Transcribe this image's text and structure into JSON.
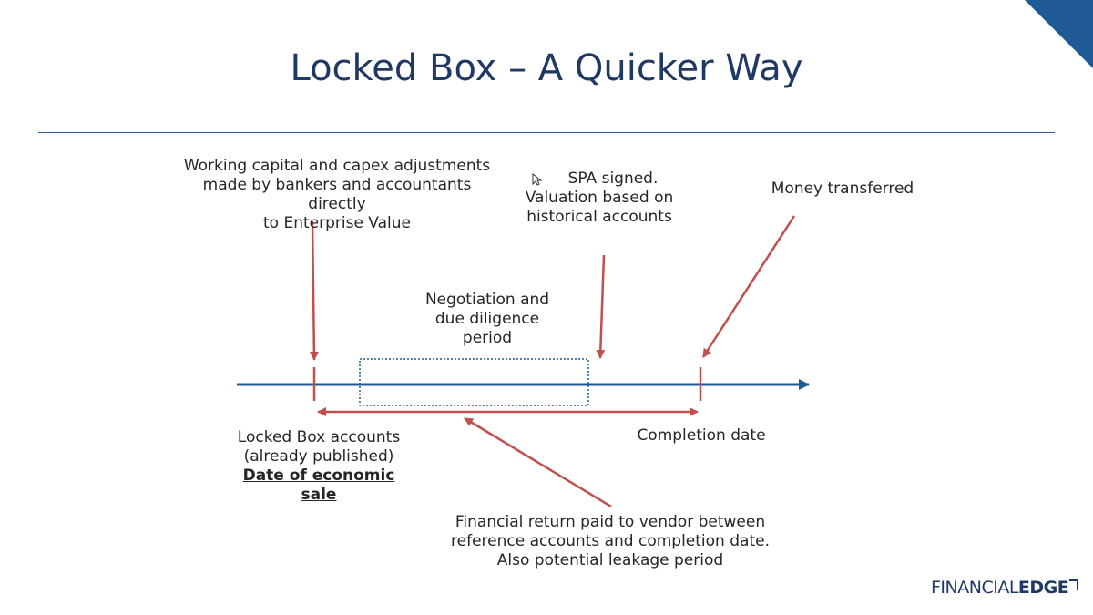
{
  "slide": {
    "title": "Locked Box – A Quicker Way"
  },
  "annotations": {
    "adjustments": {
      "lines": [
        "Working capital and capex adjustments",
        "made by bankers and accountants directly",
        "to Enterprise Value"
      ]
    },
    "spa_signed": {
      "lines": [
        "SPA signed.",
        "Valuation based on",
        "historical accounts"
      ]
    },
    "money_transferred": {
      "lines": [
        "Money transferred"
      ]
    },
    "negotiation": {
      "lines": [
        "Negotiation and",
        "due diligence",
        "period"
      ]
    },
    "locked_box": {
      "lines": [
        "Locked Box accounts",
        "(already published)"
      ],
      "emphasis_lines": [
        "Date of economic",
        "sale"
      ]
    },
    "completion": {
      "lines": [
        "Completion date"
      ]
    },
    "financial_return": {
      "lines": [
        "Financial return paid to vendor between",
        "reference accounts and completion date.",
        "Also potential leakage period"
      ]
    }
  },
  "colors": {
    "timeline": "#1f5a96",
    "arrows": "#c0504d",
    "title": "#1f3864",
    "text": "#262626"
  },
  "logo": {
    "light_text": "FINANCIAL",
    "bold_text": "EDGE"
  }
}
